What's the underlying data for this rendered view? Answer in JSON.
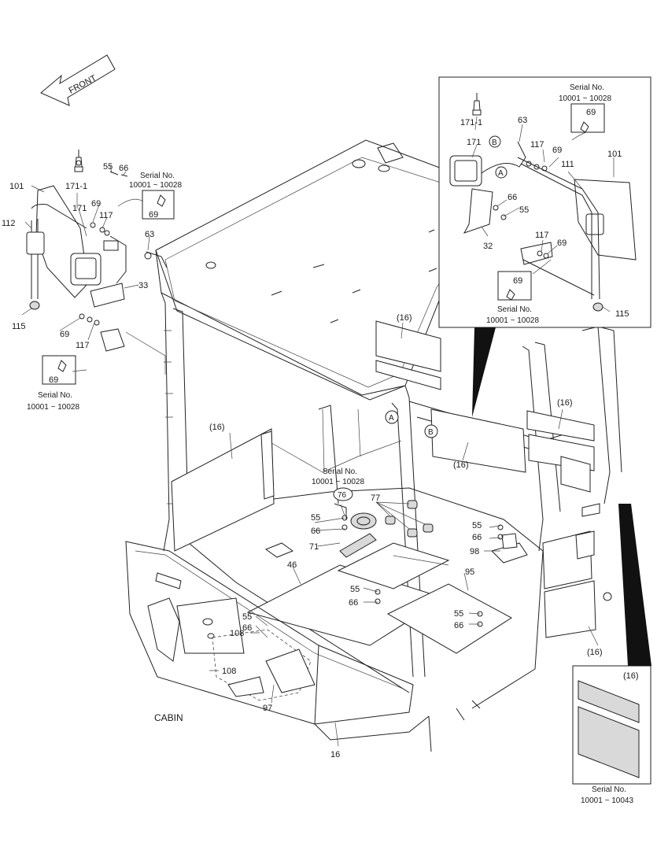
{
  "title": "CABIN",
  "direction": {
    "text": "FRONT"
  },
  "serial_notes": {
    "left": {
      "line1": "Serial No.",
      "line2": "10001 ~ 10028"
    },
    "left_lower": {
      "line1": "Serial No.",
      "line2": "10001 ~ 10028"
    },
    "inset_top": {
      "line1": "Serial No.",
      "line2": "10001 ~ 10028"
    },
    "inset_bottom": {
      "line1": "Serial No.",
      "line2": "10001 ~ 10028"
    },
    "floor": {
      "line1": "Serial No.",
      "line2": "10001 ~ 10028"
    },
    "pads_box": {
      "line1": "Serial No.",
      "line2": "10001 ~ 10043"
    }
  },
  "callouts": {
    "c16": "16",
    "c16p": "(16)",
    "c32": "32",
    "c33": "33",
    "c46": "46",
    "c55": "55",
    "c63": "63",
    "c66": "66",
    "c69": "69",
    "c71": "71",
    "c76": "76",
    "c77": "77",
    "c95": "95",
    "c97": "97",
    "c98": "98",
    "c101": "101",
    "c108": "108",
    "c111": "111",
    "c112": "112",
    "c115": "115",
    "c117": "117",
    "c171": "171",
    "c171_1": "171-1",
    "A": "A",
    "B": "B"
  },
  "icons": [
    "front-arrow-icon",
    "bulb-icon",
    "bolt-icon",
    "mirror-icon",
    "work-lamp-icon"
  ]
}
